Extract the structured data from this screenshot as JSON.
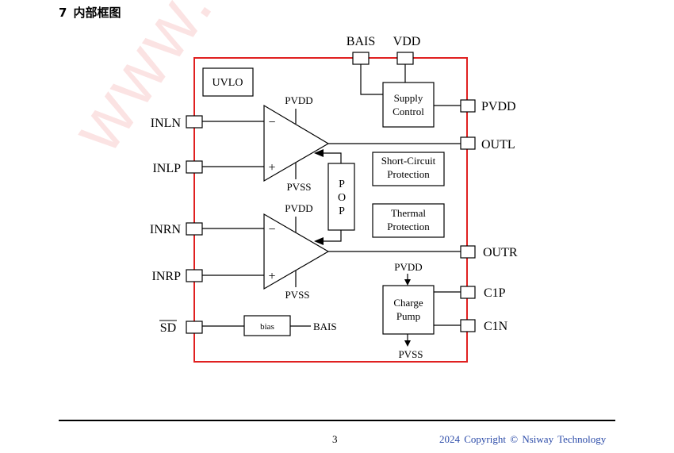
{
  "section": {
    "number": "7",
    "title": "内部框图"
  },
  "colors": {
    "border": "#e02020",
    "line": "#000000",
    "watermark": "#e23c3c",
    "footer_link": "#2a4aa8"
  },
  "pins": {
    "bais_top": "BAIS",
    "vdd_top": "VDD",
    "pvdd": "PVDD",
    "outl": "OUTL",
    "outr": "OUTR",
    "c1p": "C1P",
    "c1n": "C1N",
    "inln": "INLN",
    "inlp": "INLP",
    "inrn": "INRN",
    "inrp": "INRP",
    "sd": "SD"
  },
  "blocks": {
    "uvlo": "UVLO",
    "supply_line1": "Supply",
    "supply_line2": "Control",
    "short_line1": "Short-Circuit",
    "short_line2": "Protection",
    "thermal_line1": "Thermal",
    "thermal_line2": "Protection",
    "pop_p1": "P",
    "pop_o": "O",
    "pop_p2": "P",
    "charge_line1": "Charge",
    "charge_line2": "Pump",
    "bias": "bias"
  },
  "amp_labels": {
    "pvdd_top": "PVDD",
    "pvss_top": "PVSS",
    "pvdd_bot": "PVDD",
    "pvss_bot": "PVSS",
    "minus": "−",
    "plus": "+"
  },
  "internal": {
    "bais": "BAIS",
    "pvdd": "PVDD",
    "pvss": "PVSS"
  },
  "watermark": "www.nsiway",
  "footer": {
    "page": "3",
    "copyright": "2024 Copyright © Nsiway Technology"
  }
}
